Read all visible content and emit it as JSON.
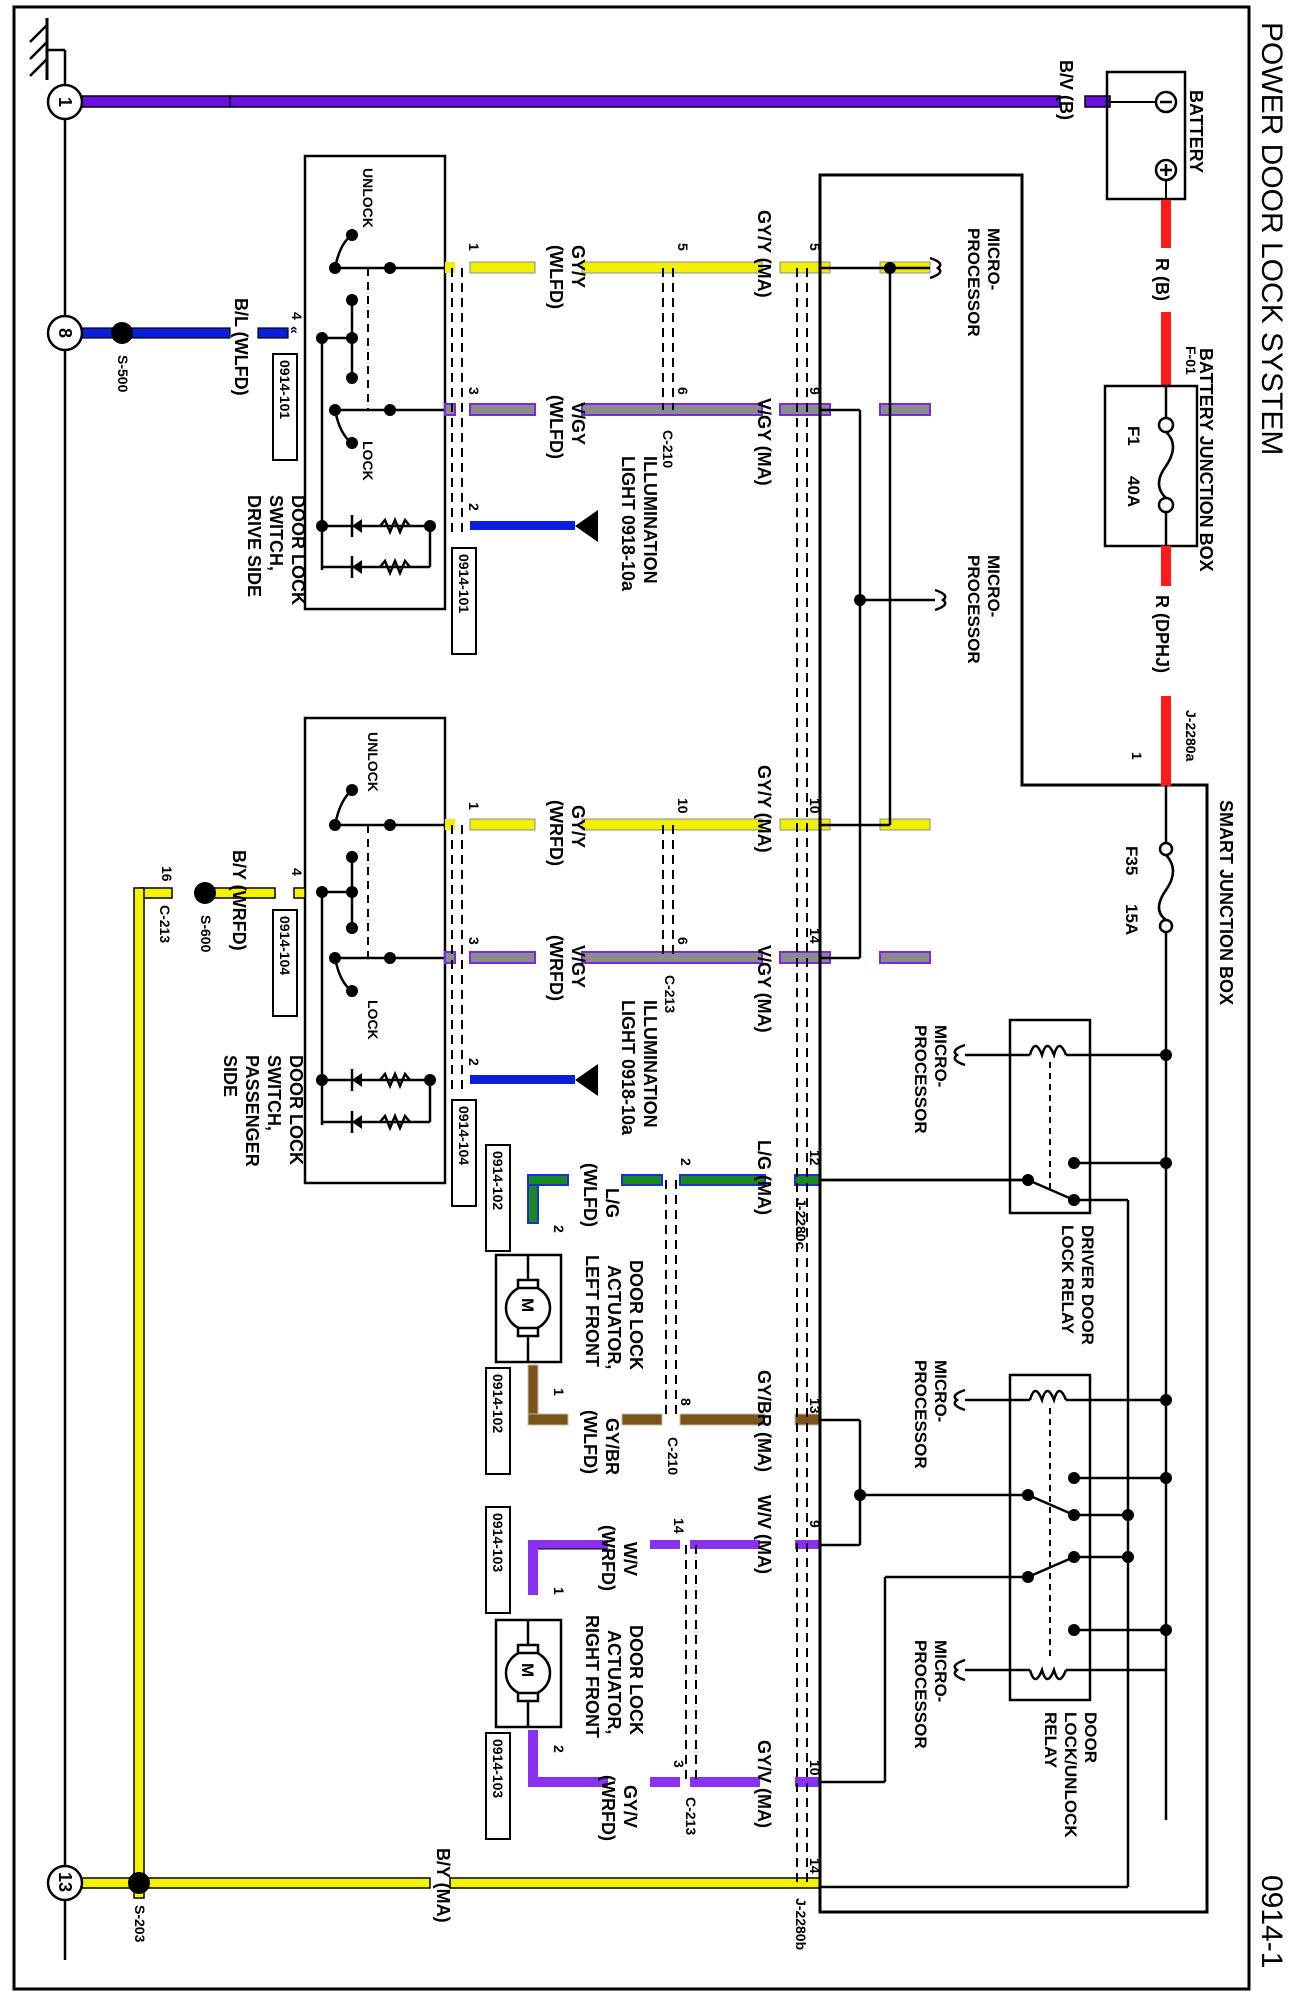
{
  "header": {
    "title": "POWER DOOR LOCK SYSTEM",
    "page_number": "0914-1"
  },
  "colors": {
    "BV": "#6a10e0",
    "R": "#ff1a1a",
    "GY_Y": "#f0f000",
    "GY": "#8c8c8c",
    "V": "#7a28e6",
    "BL": "#0a1edc",
    "LG_blue": "#1a2ee0",
    "LG_green": "#188a20",
    "GY_BR": "#7a5418",
    "W_V": "#8a30f0",
    "B_Y": "#f4f400"
  },
  "components": {
    "battery": {
      "label": "BATTERY",
      "neg": "⊖",
      "pos": "⊕"
    },
    "battery_junction_box": {
      "label": "BATTERY JUNCTION BOX",
      "fuse": "F1",
      "rating": "40A",
      "connector": "F-01"
    },
    "smart_junction_box": {
      "label": "SMART JUNCTION BOX",
      "fuse": "F35",
      "rating": "15A",
      "connector": "J-2280a",
      "pin": "1"
    },
    "microprocessor_label": "MICRO-\nPROCESSOR",
    "driver_relay": {
      "label_line1": "DRIVER DOOR",
      "label_line2": "LOCK RELAY"
    },
    "lock_unlock_relay": {
      "label_line1": "DOOR",
      "label_line2": "LOCK/UNLOCK",
      "label_line3": "RELAY"
    },
    "switch_drive": {
      "label_line1": "DOOR LOCK",
      "label_line2": "SWITCH,",
      "label_line3": "DRIVE SIDE",
      "unlock": "UNLOCK",
      "lock": "LOCK",
      "ref": "0914-101"
    },
    "switch_passenger": {
      "label_line1": "DOOR LOCK",
      "label_line2": "SWITCH,",
      "label_line3": "PASSENGER",
      "label_line4": "SIDE",
      "unlock": "UNLOCK",
      "lock": "LOCK",
      "ref": "0914-104"
    },
    "actuator_left": {
      "label_line1": "DOOR LOCK",
      "label_line2": "ACTUATOR,",
      "label_line3": "LEFT FRONT",
      "symbol": "M",
      "ref": "0914-102"
    },
    "actuator_right": {
      "label_line1": "DOOR LOCK",
      "label_line2": "ACTUATOR,",
      "label_line3": "RIGHT FRONT",
      "symbol": "M",
      "ref": "0914-103"
    },
    "illumination": {
      "line1": "ILLUMINATION",
      "line2": "LIGHT 0918-10a"
    }
  },
  "ground_points": [
    "1",
    "8",
    "13"
  ],
  "splices": [
    "S-500",
    "S-600",
    "S-203"
  ],
  "connectors": {
    "c210": "C-210",
    "c213": "C-213",
    "j2280a": "J-2280a",
    "j2280b": "J-2280b",
    "j2280c": "J-2280c",
    "f01": "F-01"
  },
  "wires": {
    "bv_b": "B/V (B)",
    "r_b": "R (B)",
    "r_dphj": "R (DPHJ)",
    "bl_wlfd": "B/L (WLFD)",
    "by_wrfd": "B/Y (WRFD)",
    "by_ma": "B/Y (MA)",
    "gyy_wlfd_1": "GY/Y",
    "gyy_wlfd_2": "(WLFD)",
    "gyy_ma": "GY/Y (MA)",
    "vgy_wlfd_1": "V/GY",
    "vgy_wlfd_2": "(WLFD)",
    "vgy_ma": "V/GY (MA)",
    "gyy_wrfd_1": "GY/Y",
    "gyy_wrfd_2": "(WRFD)",
    "vgy_wrfd_1": "V/GY",
    "vgy_wrfd_2": "(WRFD)",
    "lg_ma": "L/G (MA)",
    "lg_wlfd_1": "L/G",
    "lg_wlfd_2": "(WLFD)",
    "gybr_ma": "GY/BR (MA)",
    "gybr_wlfd_1": "GY/BR",
    "gybr_wlfd_2": "(WLFD)",
    "wv_ma": "W/V (MA)",
    "wv_wrfd_1": "W/V",
    "wv_wrfd_2": "(WRFD)",
    "gyv_ma": "GY/V (MA)",
    "gyv_wrfd_1": "GY/V",
    "gyv_wrfd_2": "(WRFD)"
  },
  "pins": {
    "sw_drive": [
      "1",
      "3",
      "2",
      "4"
    ],
    "sw_pass": [
      "1",
      "3",
      "2",
      "4"
    ],
    "c210_drive": [
      "5",
      "6"
    ],
    "sjb_drive": [
      "5",
      "9"
    ],
    "c213_pass": [
      "10",
      "6"
    ],
    "sjb_pass": [
      "10",
      "14"
    ],
    "lg": [
      "12",
      "2",
      "2"
    ],
    "gybr": [
      "13",
      "8",
      "1"
    ],
    "wv": [
      "9",
      "14",
      "1"
    ],
    "gyv": [
      "10",
      "3",
      "2"
    ],
    "by": [
      "14",
      "16"
    ]
  }
}
